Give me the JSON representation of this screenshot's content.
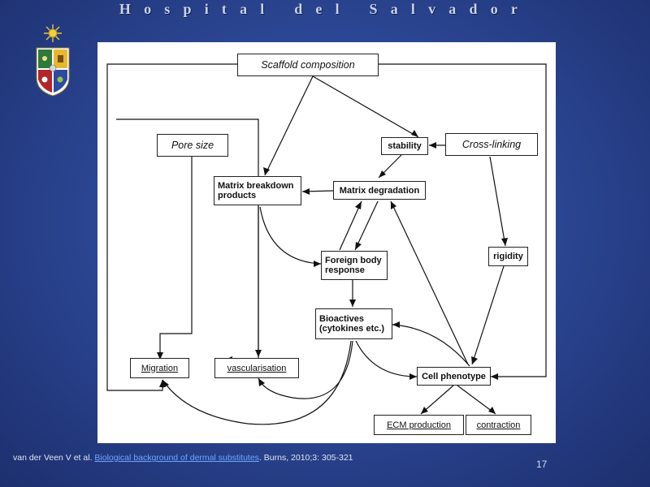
{
  "header": {
    "title": "Hospital del Salvador"
  },
  "logo": {
    "name": "university-crest"
  },
  "diagram": {
    "nodes": {
      "scaffold": "Scaffold composition",
      "pore": "Pore size",
      "crosslink": "Cross-linking",
      "stability": "stability",
      "matrix_breakdown": "Matrix breakdown products",
      "matrix_degradation": "Matrix degradation",
      "foreign_body": "Foreign body response",
      "rigidity": "rigidity",
      "bioactives": "Bioactives (cytokines etc.)",
      "migration": "Migration",
      "vascularisation": "vascularisation",
      "cell_phenotype": "Cell phenotype",
      "ecm": "ECM production",
      "contraction": "contraction"
    }
  },
  "footer": {
    "citation_prefix": "van der Veen V et al.",
    "citation_link": "Biological background of dermal substitutes",
    "citation_suffix": ". Burns, 2010;3: 305-321"
  },
  "page_number": "17"
}
